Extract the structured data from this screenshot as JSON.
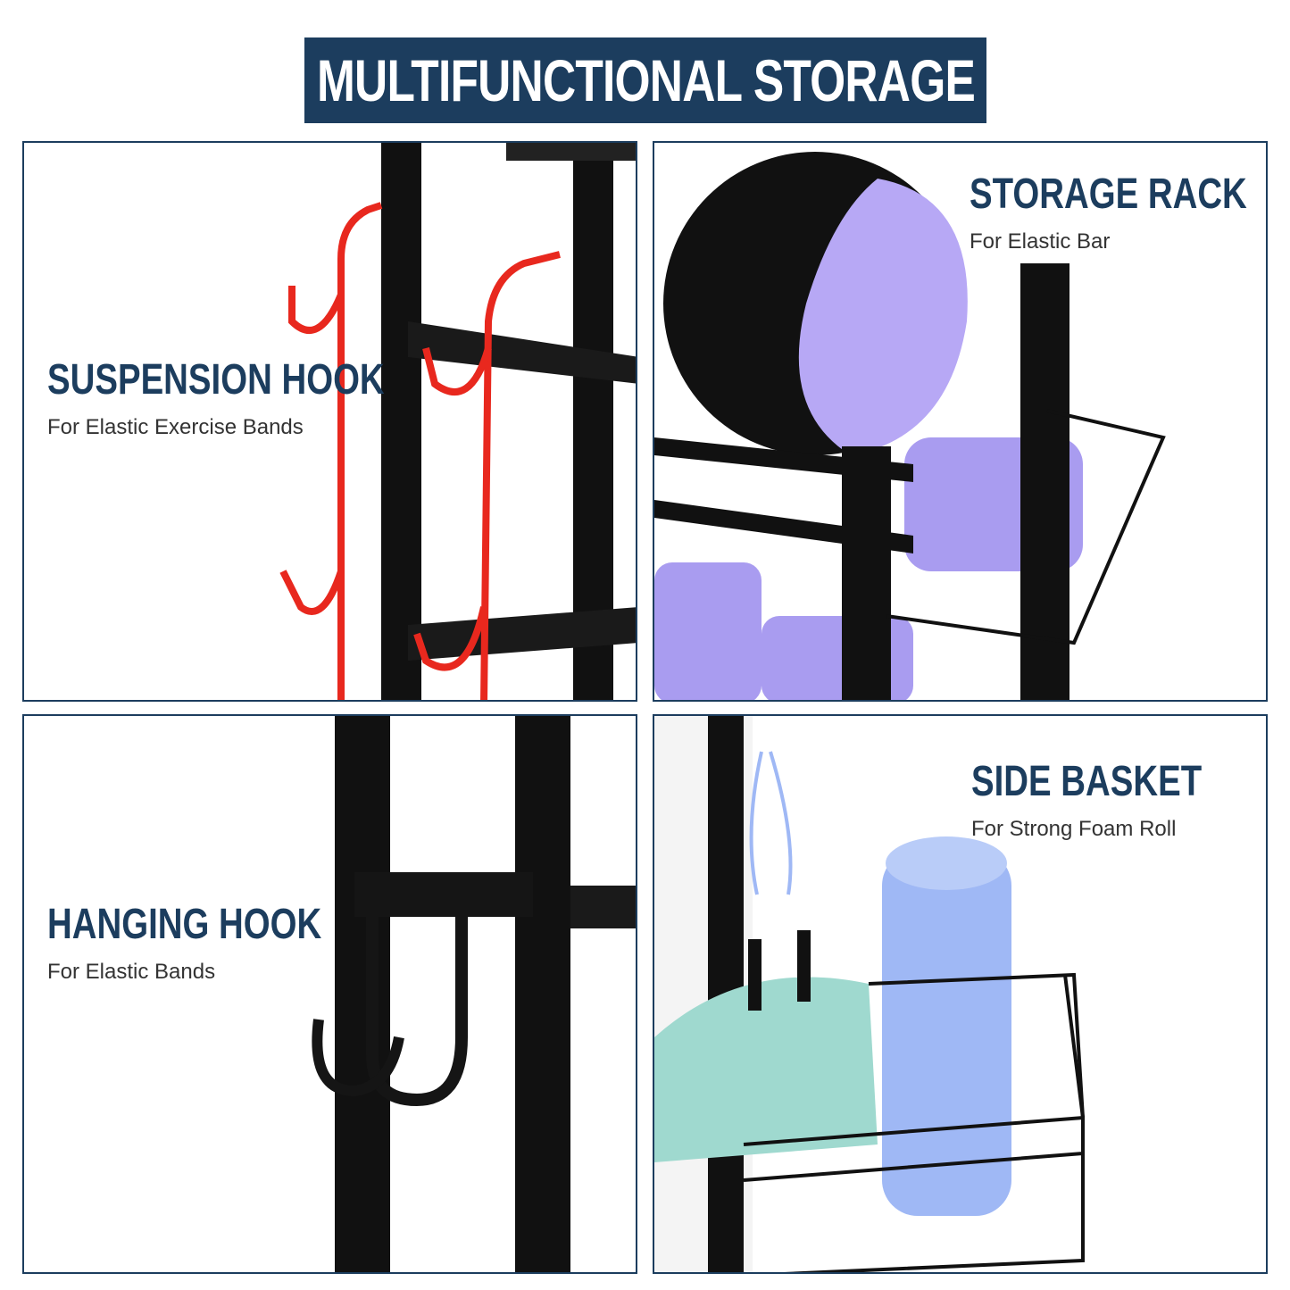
{
  "header": {
    "title": "MULTIFUNCTIONAL STORAGE"
  },
  "panels": [
    {
      "title": "SUSPENSION HOOK",
      "subtitle": "For Elastic Exercise Bands"
    },
    {
      "title": "STORAGE RACK",
      "subtitle": "For Elastic Bar"
    },
    {
      "title": "HANGING HOOK",
      "subtitle": "For Elastic Bands"
    },
    {
      "title": "SIDE BASKET",
      "subtitle": "For Strong Foam Roll"
    }
  ],
  "colors": {
    "brand": "#1c3d5e",
    "hook_red": "#e8281e",
    "purple": "#a99cf0",
    "foam_blue": "#9fb8f5",
    "mat_teal": "#9fd9cf"
  }
}
